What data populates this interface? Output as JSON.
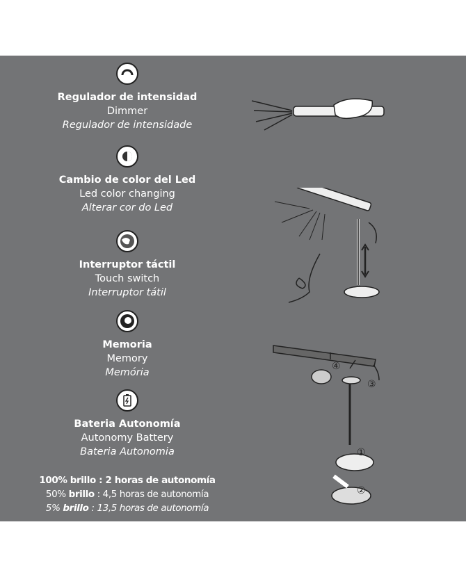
{
  "features": [
    {
      "icon": "dimmer-icon",
      "title": "Regulador de intensidad",
      "en": "Dimmer",
      "pt": "Regulador de intensidade"
    },
    {
      "icon": "color-change-icon",
      "title": "Cambio de color del Led",
      "en": "Led color changing",
      "pt": "Alterar cor do Led"
    },
    {
      "icon": "touch-icon",
      "title": "Interruptor táctil",
      "en": "Touch switch",
      "pt": "Interruptor tátil"
    },
    {
      "icon": "memory-icon",
      "title": "Memoria",
      "en": "Memory",
      "pt": "Memória"
    },
    {
      "icon": "battery-icon",
      "title": "Bateria Autonomía",
      "en": "Autonomy Battery",
      "pt": "Bateria Autonomia"
    }
  ],
  "battery": [
    {
      "pct": "100%",
      "brillo": "brillo",
      "sep": " : ",
      "text": "2 horas de autonomía"
    },
    {
      "pct": "50%",
      "brillo": "brillo",
      "sep": " : ",
      "text": "4,5 horas de autonomía"
    },
    {
      "pct": "5%",
      "brillo": "brillo",
      "sep": " : ",
      "text": "13,5 horas de autonomía"
    }
  ],
  "assembly_steps": [
    "①",
    "②",
    "③",
    "④"
  ]
}
